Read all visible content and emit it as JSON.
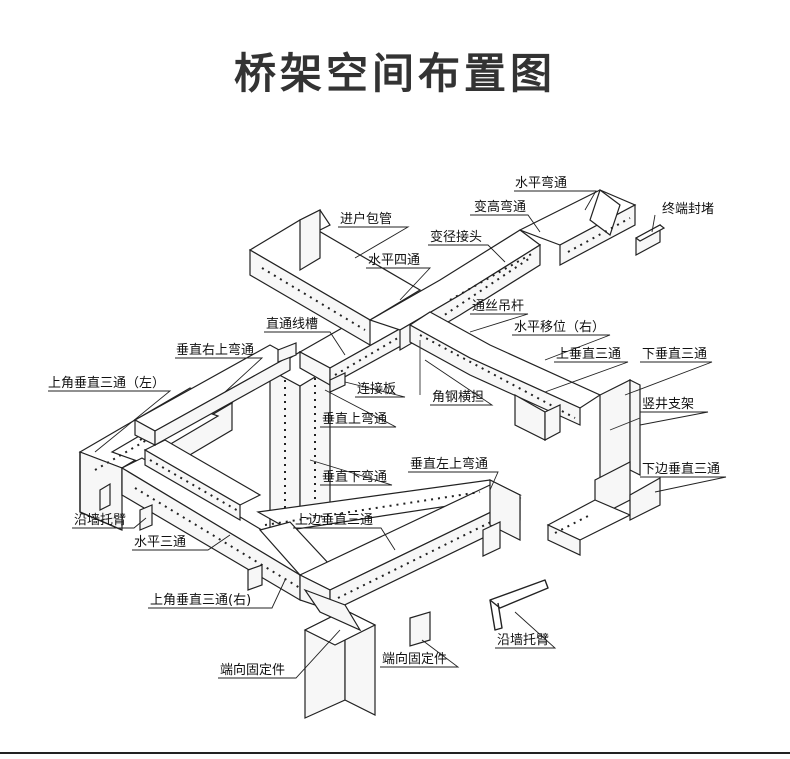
{
  "title": "桥架空间布置图",
  "labels": {
    "horizontal_elbow": "水平弯通",
    "end_cap": "终端封堵",
    "variable_height_elbow": "变高弯通",
    "reducer": "变径接头",
    "entry_cover": "进户包管",
    "horizontal_cross": "水平四通",
    "threaded_rod": "通丝吊杆",
    "straight_trough": "直通线槽",
    "horizontal_offset_right": "水平移位（右）",
    "vertical_right_up_elbow": "垂直右上弯通",
    "upper_vertical_tee": "上垂直三通",
    "lower_vertical_tee_right": "下垂直三通",
    "top_corner_vertical_tee_left": "上角垂直三通（左）",
    "connector_plate": "连接板",
    "angle_steel_crossarm": "角钢横担",
    "shaft_bracket": "竖井支架",
    "vertical_up_elbow": "垂直上弯通",
    "vertical_down_elbow": "垂直下弯通",
    "vertical_left_up_elbow": "垂直左上弯通",
    "lower_side_vertical_tee": "下边垂直三通",
    "wall_bracket_left": "沿墙托臂",
    "upper_side_vertical_tee": "上边垂直三通",
    "horizontal_tee": "水平三通",
    "top_corner_vertical_tee_right": "上角垂直三通(右)",
    "end_fixture_left": "端向固定件",
    "end_fixture_bottom": "端向固定件",
    "wall_bracket_bottom": "沿墙托臂"
  }
}
